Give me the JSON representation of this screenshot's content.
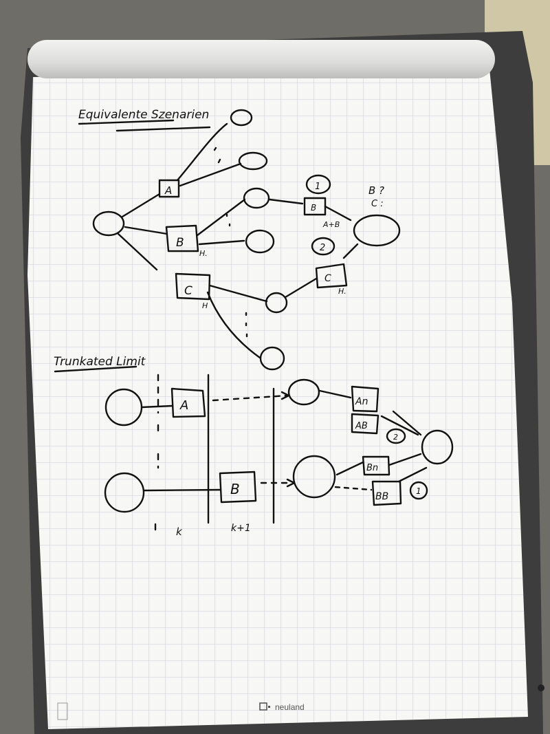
{
  "colors": {
    "wall": "#6f6d68",
    "board": "#3c3d3c",
    "roll": "#e6e6e4",
    "paper": "#f7f7f5",
    "grid": "#c7cbd2",
    "ink": "#111111",
    "curtain": "#cfc7a6"
  },
  "brand": {
    "name": "neuland",
    "logo": "n-logo-icon"
  },
  "upper_sketch": {
    "title": "Equivalente Szenarien",
    "labels": {
      "a": "A",
      "b": "B",
      "c": "C",
      "b_mark": "H.",
      "c_mark": "H",
      "num_one": "1",
      "num_two": "2",
      "b_small": "B",
      "ab": "A+B",
      "q_b": "B ?",
      "q_c": "C :",
      "c_right": "C",
      "c_right_mark": "H."
    }
  },
  "lower_sketch": {
    "title": "Trunkated Limit",
    "labels": {
      "a": "A",
      "b": "B",
      "a_n": "An",
      "a_b": "AB",
      "b_n": "Bn",
      "b_b": "BB",
      "num_two": "2",
      "num_one": "1",
      "k": "k",
      "k1": "k+1"
    }
  }
}
